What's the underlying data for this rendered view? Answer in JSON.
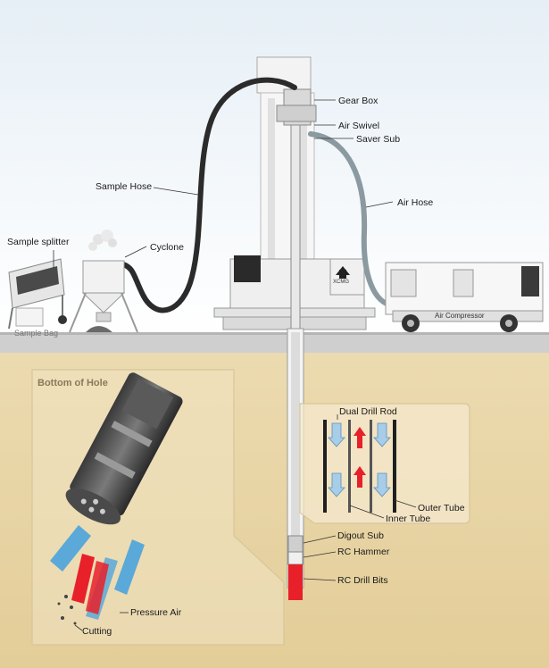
{
  "labels": {
    "gear_box": "Gear Box",
    "air_swivel": "Air Swivel",
    "saver_sub": "Saver Sub",
    "sample_hose": "Sample Hose",
    "air_hose": "Air Hose",
    "sample_splitter": "Sample splitter",
    "cyclone": "Cyclone",
    "sample_bag": "Sample Bag",
    "air_compressor": "Air Compressor",
    "brand": "XCMG",
    "bottom_of_hole": "Bottom of Hole",
    "dual_drill_rod": "Dual Drill Rod",
    "outer_tube": "Outer Tube",
    "inner_tube": "Inner Tube",
    "digout_sub": "Digout Sub",
    "rc_hammer": "RC Hammer",
    "rc_drill_bits": "RC Drill Bits",
    "pressure_air": "Pressure Air",
    "cutting": "Cutting"
  },
  "colors": {
    "sky": "#dce8f2",
    "soil": "#e9d6a8",
    "ground_strip": "#c9c9c9",
    "sample_hose": "#2b2b2b",
    "air_hose": "#8a9aa0",
    "hammer_red": "#e8202a",
    "air_blue": "#5aa9d8",
    "flow_red": "#e8202a"
  }
}
